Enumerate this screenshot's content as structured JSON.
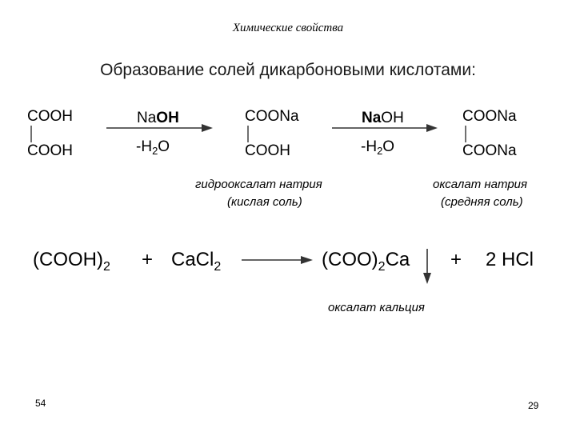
{
  "header": "Химические свойства",
  "title": "Образование солей дикарбоновыми кислотами:",
  "reaction1": {
    "start_top": "COOH",
    "start_bottom": "COOH",
    "arrow1_reagent_prefix": "Na",
    "arrow1_reagent_bold": "OH",
    "arrow1_below_prefix": "-H",
    "arrow1_below_sub": "2",
    "arrow1_below_suffix": "O",
    "mid_top": "COONa",
    "mid_bottom": "COOH",
    "arrow2_reagent_bold": "Na",
    "arrow2_reagent_suffix": "OH",
    "arrow2_below_prefix": "-H",
    "arrow2_below_sub": "2",
    "arrow2_below_suffix": "O",
    "end_top": "COONa",
    "end_bottom": "COONa",
    "mid_label_line1": "гидрооксалат натрия",
    "mid_label_line2": "(кислая соль)",
    "end_label_line1": "оксалат натрия",
    "end_label_line2": "(средняя соль)"
  },
  "reaction2": {
    "reactant1": "(COOH)",
    "reactant1_sub": "2",
    "plus1": "+",
    "reactant2": "CaCl",
    "reactant2_sub": "2",
    "product1_a": "(COO)",
    "product1_sub": "2",
    "product1_b": "Ca",
    "plus2": "+",
    "product2": "2 HCl",
    "precipitate_label": "оксалат кальция"
  },
  "footer": {
    "left_number": "54",
    "right_number": "29"
  }
}
